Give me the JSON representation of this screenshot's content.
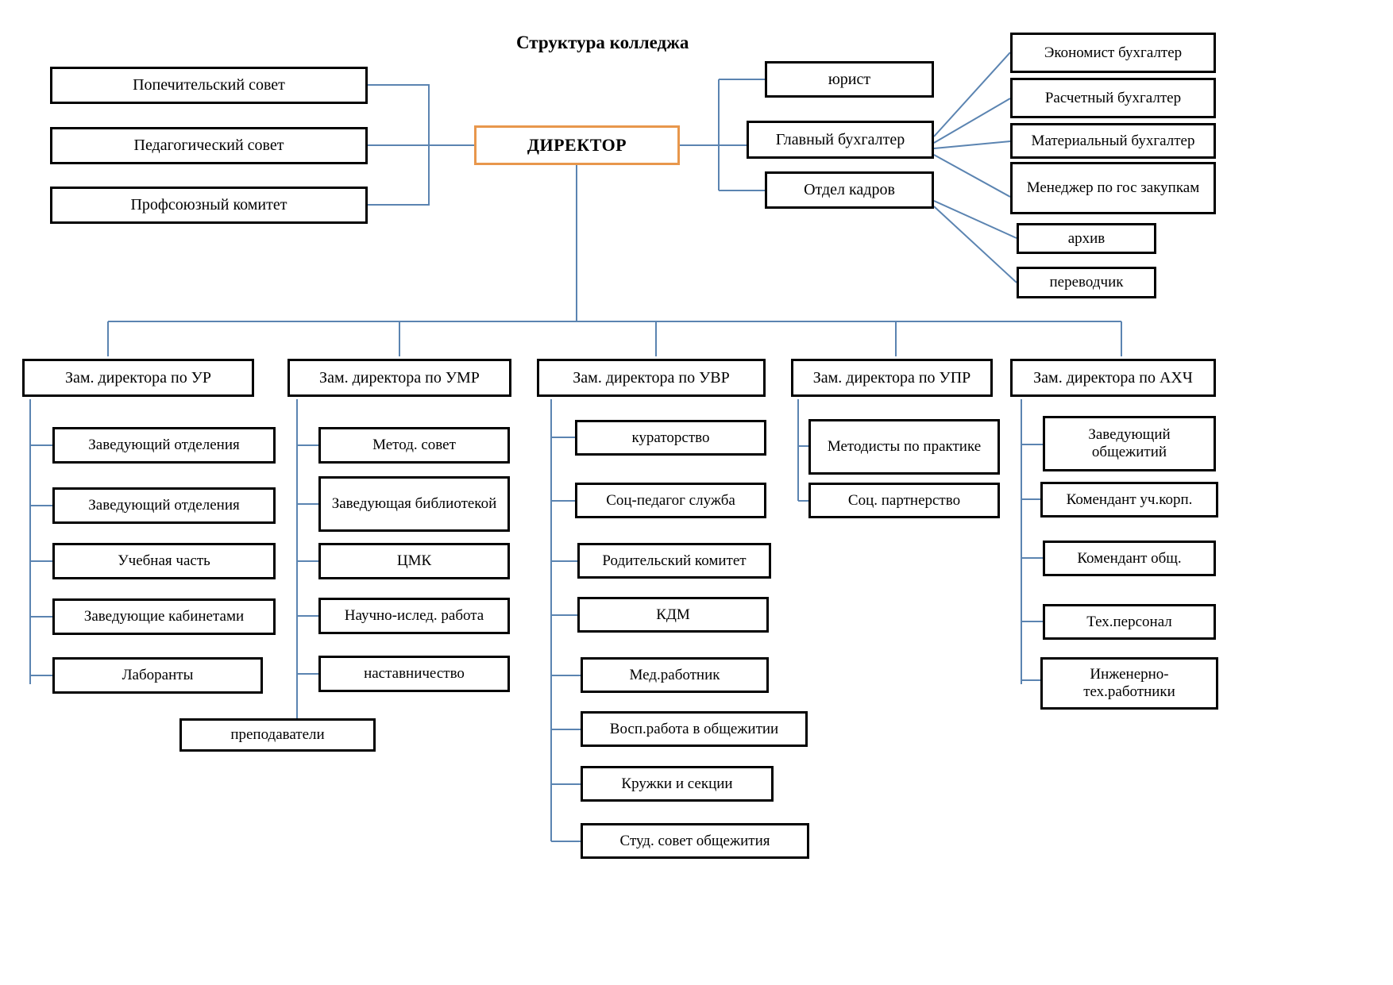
{
  "title": "Структура колледжа",
  "colors": {
    "box_border": "#000000",
    "director_border": "#E8974C",
    "connector": "#5B84B1",
    "background": "#FFFFFF",
    "text": "#000000"
  },
  "root": {
    "label": "ДИРЕКТОР"
  },
  "advisory_boards": [
    {
      "label": "Попечительский совет"
    },
    {
      "label": "Педагогический совет"
    },
    {
      "label": "Профсоюзный  комитет"
    }
  ],
  "director_staff": [
    {
      "label": "юрист"
    },
    {
      "label": "Главный бухгалтер"
    },
    {
      "label": "Отдел кадров"
    }
  ],
  "accountant_staff": [
    {
      "label": "Экономист бухгалтер"
    },
    {
      "label": "Расчетный бухгалтер"
    },
    {
      "label": "Материальный бухгалтер"
    },
    {
      "label": "Менеджер по гос закупкам"
    }
  ],
  "hr_staff": [
    {
      "label": "архив"
    },
    {
      "label": "переводчик"
    }
  ],
  "deputies": [
    {
      "label": "Зам. директора по УР",
      "children": [
        {
          "label": "Заведующий отделения"
        },
        {
          "label": "Заведующий отделения"
        },
        {
          "label": "Учебная часть"
        },
        {
          "label": "Заведующие  кабинетами"
        },
        {
          "label": "Лаборанты"
        }
      ]
    },
    {
      "label": "Зам. директора по УМР",
      "children": [
        {
          "label": "Метод. совет"
        },
        {
          "label": "Заведующая библиотекой"
        },
        {
          "label": "ЦМК"
        },
        {
          "label": "Научно-ислед. работа"
        },
        {
          "label": "наставничество"
        },
        {
          "label": "преподаватели"
        }
      ]
    },
    {
      "label": "Зам. директора по УВР",
      "children": [
        {
          "label": "кураторство"
        },
        {
          "label": "Соц-педагог служба"
        },
        {
          "label": "Родительский комитет"
        },
        {
          "label": "КДМ"
        },
        {
          "label": "Мед.работник"
        },
        {
          "label": "Восп.работа в общежитии"
        },
        {
          "label": "Кружки и секции"
        },
        {
          "label": "Студ. совет общежития"
        }
      ]
    },
    {
      "label": "Зам. директора по УПР",
      "children": [
        {
          "label": "Методисты по практике"
        },
        {
          "label": "Соц. партнерство"
        }
      ]
    },
    {
      "label": "Зам. директора по АХЧ",
      "children": [
        {
          "label": "Заведующий общежитий"
        },
        {
          "label": "Комендант уч.корп."
        },
        {
          "label": "Комендант общ."
        },
        {
          "label": "Тех.персонал"
        },
        {
          "label": "Инженерно-тех.работники"
        }
      ]
    }
  ]
}
